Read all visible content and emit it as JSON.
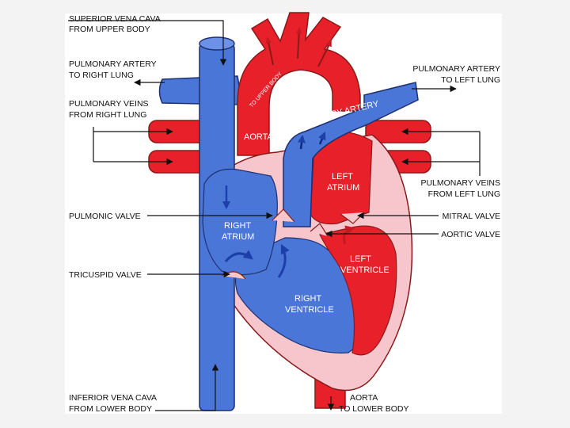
{
  "labels": {
    "superior_vena_cava": [
      "SUPERIOR VENA CAVA",
      "FROM UPPER BODY"
    ],
    "pa_right_lung": [
      "PULMONARY ARTERY",
      "TO RIGHT LUNG"
    ],
    "pv_right_lung": [
      "PULMONARY VEINS",
      "FROM RIGHT LUNG"
    ],
    "pulmonic_valve": "PULMONIC VALVE",
    "tricuspid_valve": "TRICUSPID VALVE",
    "inferior_vena_cava": [
      "INFERIOR VENA CAVA",
      "FROM LOWER BODY"
    ],
    "pa_left_lung": [
      "PULMONARY ARTERY",
      "TO LEFT LUNG"
    ],
    "pv_left_lung": [
      "PULMONARY VEINS",
      "FROM LEFT LUNG"
    ],
    "mitral_valve": "MITRAL VALVE",
    "aortic_valve": "AORTIC VALVE",
    "aorta_lower_body": [
      "AORTA",
      "TO LOWER BODY"
    ]
  },
  "inner_labels": {
    "aorta": "AORTA",
    "pulmonary_artery": "PULMONARY ARTERY",
    "left_atrium": [
      "LEFT",
      "ATRIUM"
    ],
    "right_atrium": [
      "RIGHT",
      "ATRIUM"
    ],
    "left_ventricle": [
      "LEFT",
      "VENTRICLE"
    ],
    "right_ventricle": [
      "RIGHT",
      "VENTRICLE"
    ],
    "to_upper_body": "TO UPPER BODY",
    "to_lower_body": "TO LOWER BODY"
  },
  "colors": {
    "oxygenated": "#e8202a",
    "deoxygenated": "#4a76d8",
    "wall": "#f6c6cc",
    "outline": "#8a1a1a"
  }
}
